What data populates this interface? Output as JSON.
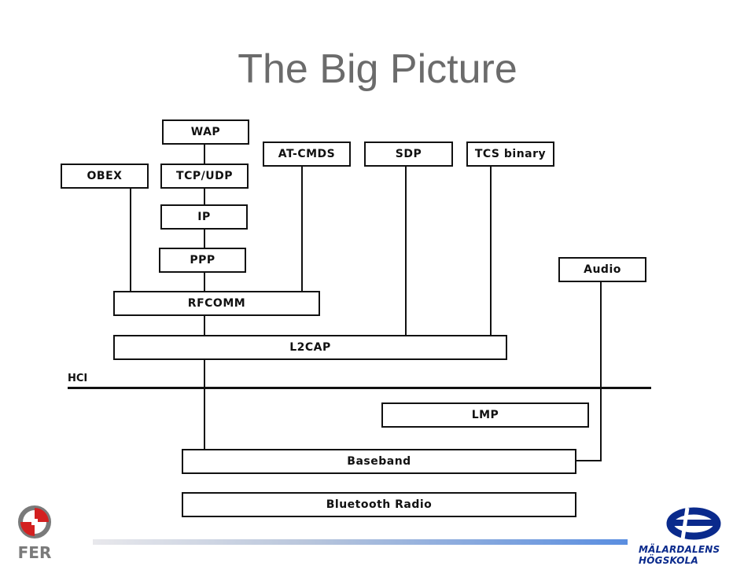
{
  "title": "The Big Picture",
  "boxes": {
    "wap": "WAP",
    "at_cmds": "AT-CMDS",
    "sdp": "SDP",
    "tcs_binary": "TCS binary",
    "obex": "OBEX",
    "tcp_udp": "TCP/UDP",
    "ip": "IP",
    "ppp": "PPP",
    "audio": "Audio",
    "rfcomm": "RFCOMM",
    "l2cap": "L2CAP",
    "lmp": "LMP",
    "baseband": "Baseband",
    "bluetooth_radio": "Bluetooth Radio"
  },
  "hci_label": "HCI",
  "logos": {
    "left_text": "FER",
    "right_text": "MÄLARDALENS HÖGSKOLA"
  },
  "colors": {
    "title": "#6b6b6b",
    "accent_blue": "#0a2a8c",
    "footer_bar_end": "#5a8ee0"
  }
}
